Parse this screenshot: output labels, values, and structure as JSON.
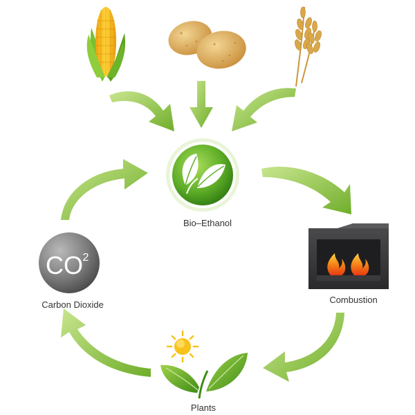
{
  "diagram": {
    "nodes": {
      "bio_ethanol": {
        "label": "Bio–Ethanol",
        "icon": "leaf-icon"
      },
      "carbon_dioxide": {
        "label": "Carbon Dioxide",
        "badge_main": "CO",
        "badge_sup": "2"
      },
      "combustion": {
        "label": "Combustion",
        "icon": "fireplace-icon"
      },
      "plants": {
        "label": "Plants",
        "icon": "sprout-sun-icon"
      }
    },
    "feedstocks": [
      {
        "name": "corn",
        "icon": "corn-icon"
      },
      {
        "name": "potatoes",
        "icon": "potatoes-icon"
      },
      {
        "name": "wheat",
        "icon": "wheat-icon"
      }
    ],
    "colors": {
      "arrow": "#8cc63f",
      "hub_green": "#4e9a1e",
      "co2_grey": "#7a7a7a",
      "fireplace": "#3a3a3c",
      "flame": "#f28a1a",
      "sun": "#f7c21a"
    }
  }
}
